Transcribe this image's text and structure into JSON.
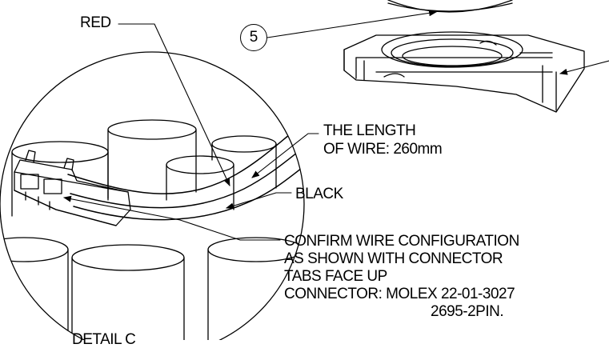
{
  "labels": {
    "red": "RED",
    "callout": "5",
    "length_line1": "THE LENGTH",
    "length_line2": "OF WIRE: 260mm",
    "black": "BLACK",
    "confirm_line1": "CONFIRM WIRE CONFIGURATION",
    "confirm_line2": "AS SHOWN WITH CONNECTOR",
    "confirm_line3": "TABS FACE UP",
    "connector_line1": "CONNECTOR: MOLEX 22-01-3027",
    "connector_line2": "2695-2PIN.",
    "detail": "DETAIL C"
  }
}
